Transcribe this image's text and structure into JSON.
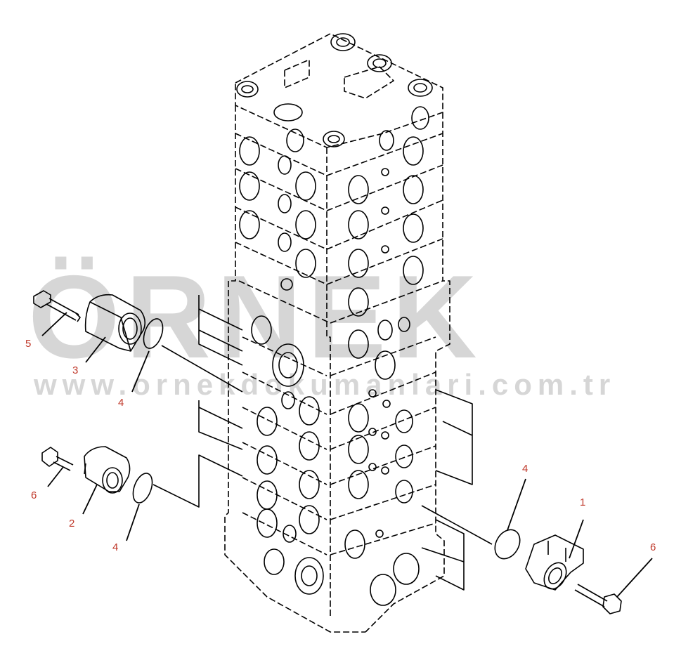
{
  "watermark": {
    "main": "ÖRNEK",
    "url": "www.ornekdokumanlari.com.tr",
    "color": "#c9c9c9"
  },
  "callouts": [
    {
      "id": "c1",
      "text": "1"
    },
    {
      "id": "c2",
      "text": "2"
    },
    {
      "id": "c3",
      "text": "3"
    },
    {
      "id": "c4a",
      "text": "4"
    },
    {
      "id": "c4b",
      "text": "4"
    },
    {
      "id": "c4c",
      "text": "4"
    },
    {
      "id": "c5",
      "text": "5"
    },
    {
      "id": "c6a",
      "text": "6"
    },
    {
      "id": "c6b",
      "text": "6"
    }
  ],
  "colors": {
    "line": "#000000",
    "callout": "#c0392b"
  }
}
